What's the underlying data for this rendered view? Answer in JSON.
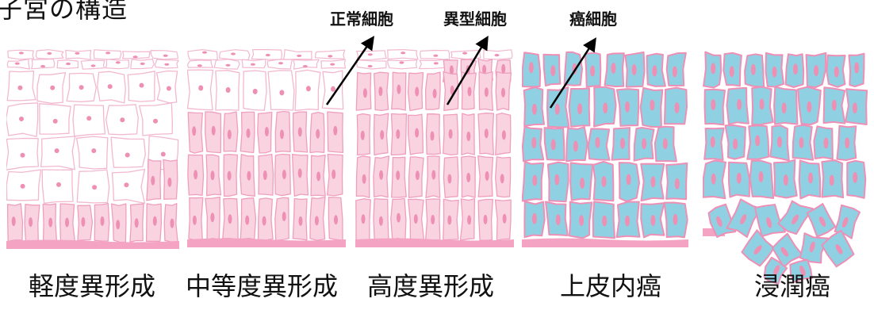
{
  "title": "子宮の構造",
  "cell_labels": [
    {
      "id": "normal",
      "text": "正常細胞"
    },
    {
      "id": "atypical",
      "text": "異型細胞"
    },
    {
      "id": "cancer",
      "text": "癌細胞"
    }
  ],
  "stages": [
    {
      "id": "mild",
      "label": "軽度異形成"
    },
    {
      "id": "moderate",
      "label": "中等度異形成"
    },
    {
      "id": "severe",
      "label": "高度異形成"
    },
    {
      "id": "cis",
      "label": "上皮内癌"
    },
    {
      "id": "invasive",
      "label": "浸潤癌"
    }
  ],
  "colors": {
    "normal_outline": "#f2b8cf",
    "atypical_fill": "#f9d3e0",
    "atypical_outline": "#ef9fbd",
    "cancer_fill": "#8fd1e3",
    "cancer_outline": "#ee90b6",
    "nucleus": "#ee8fb4",
    "basement": "#f4a3c2",
    "arrow": "#000000"
  }
}
